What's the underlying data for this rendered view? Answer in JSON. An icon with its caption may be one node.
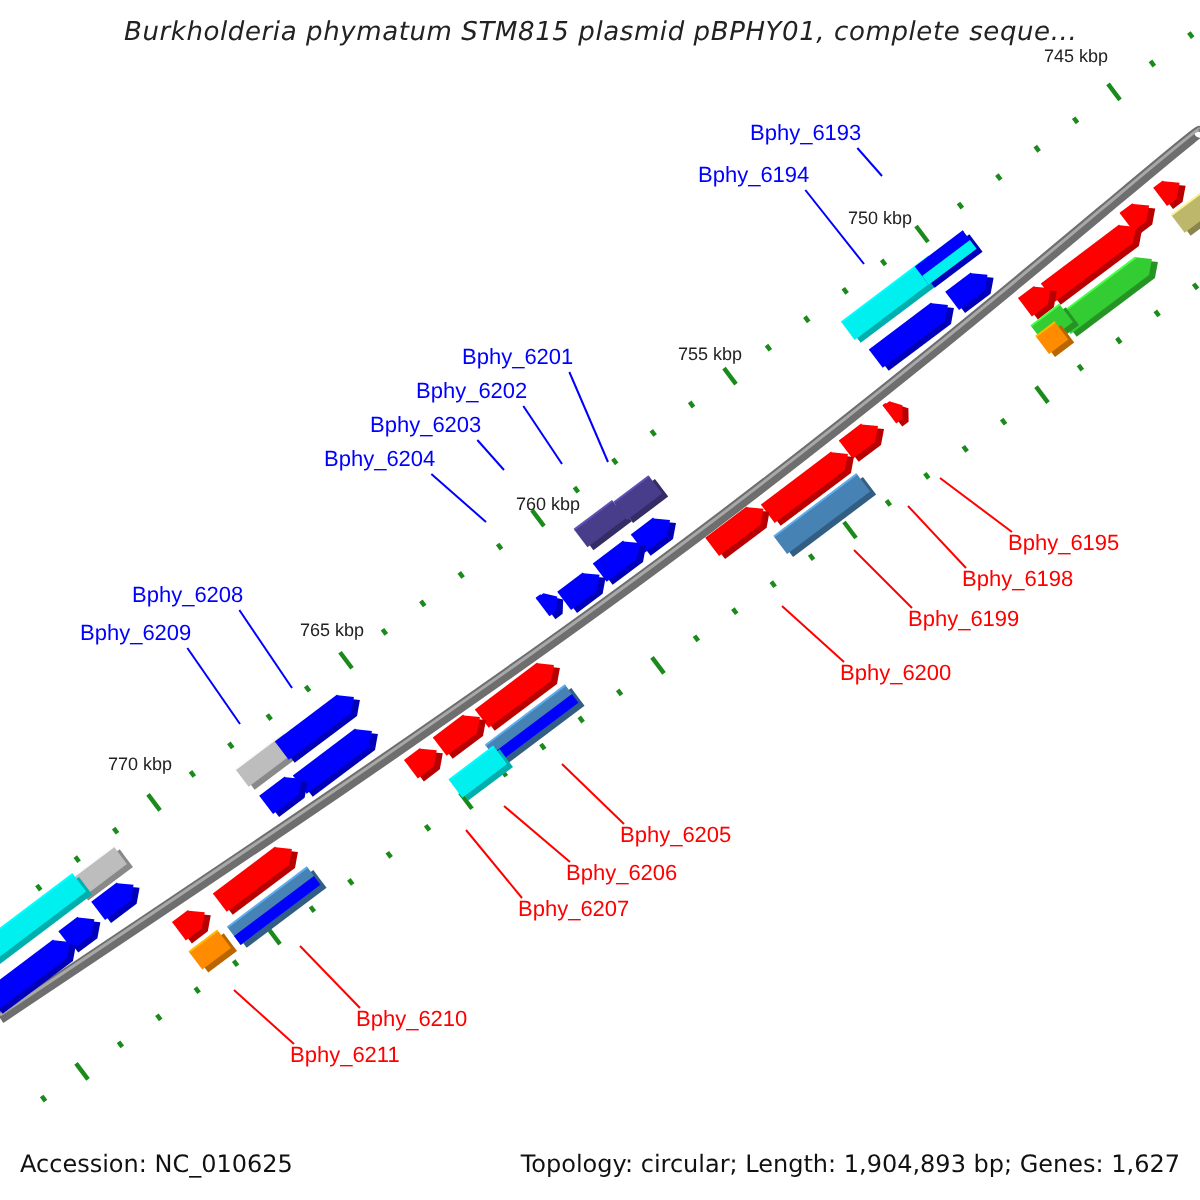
{
  "diagram": {
    "title": "Burkholderia phymatum STM815 plasmid pBPHY01, complete seque...",
    "nodes": [
      {
        "text": [
          "Bphy_6193"
        ]
      },
      {
        "text": [
          "Bphy_6194"
        ]
      },
      {
        "text": [
          "Bphy_6201"
        ]
      },
      {
        "text": [
          "Bphy_6202"
        ]
      },
      {
        "text": [
          "Bphy_6203"
        ]
      },
      {
        "text": [
          "Bphy_6204"
        ]
      },
      {
        "text": [
          "Bphy_6195"
        ]
      },
      {
        "text": [
          "Bphy_6198"
        ]
      },
      {
        "text": [
          "Bphy_6208"
        ]
      },
      {
        "text": [
          "Bphy_6199"
        ]
      },
      {
        "text": [
          "Bphy_6209"
        ]
      },
      {
        "text": [
          "Bphy_6200"
        ]
      },
      {
        "text": [
          "Bphy_6205"
        ]
      },
      {
        "text": [
          "Bphy_6206"
        ]
      },
      {
        "text": [
          "Bphy_6207"
        ]
      },
      {
        "text": [
          "Bphy_6210"
        ]
      },
      {
        "text": [
          "Bphy_6211"
        ]
      }
    ],
    "edges": [
      {
        "from": 0,
        "to": null,
        "arrow": "none",
        "color": "#0000ff"
      },
      {
        "from": 1,
        "to": null,
        "arrow": "none",
        "color": "#0000ff"
      },
      {
        "from": 2,
        "to": null,
        "arrow": "none",
        "color": "#0000ff"
      },
      {
        "from": 3,
        "to": null,
        "arrow": "none",
        "color": "#0000ff"
      },
      {
        "from": 4,
        "to": null,
        "arrow": "none",
        "color": "#0000ff"
      },
      {
        "from": 5,
        "to": null,
        "arrow": "none",
        "color": "#0000ff"
      },
      {
        "from": 6,
        "to": null,
        "arrow": "none"
      },
      {
        "from": 7,
        "to": null,
        "arrow": "none"
      },
      {
        "from": 8,
        "to": null,
        "arrow": "none",
        "color": "#0000ff"
      },
      {
        "from": 9,
        "to": null,
        "arrow": "none"
      },
      {
        "from": 10,
        "to": null,
        "arrow": "none",
        "color": "#0000ff"
      },
      {
        "from": 11,
        "to": null,
        "arrow": "none"
      },
      {
        "from": 12,
        "to": null,
        "arrow": "none"
      },
      {
        "from": 13,
        "to": null,
        "arrow": "none"
      },
      {
        "from": 14,
        "to": null,
        "arrow": "none"
      },
      {
        "from": 15,
        "to": null,
        "arrow": "none"
      },
      {
        "from": 16,
        "to": null,
        "arrow": "none"
      }
    ],
    "labels": [
      "745 kbp",
      "750 kbp",
      "755 kbp",
      "760 kbp",
      "765 kbp",
      "770 kbp",
      "Accession: NC_010625",
      "Topology: circular; Length: 1,904,893 bp; Genes: 1,627"
    ]
  }
}
